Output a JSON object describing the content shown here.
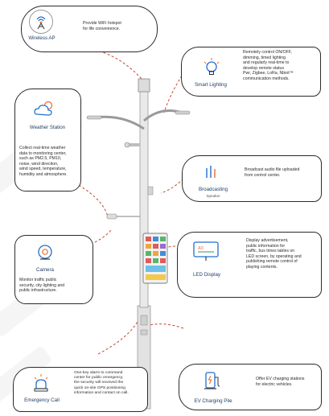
{
  "colors": {
    "label": "#1f3f66",
    "accent_orange": "#ef6a2c",
    "accent_blue": "#1e6fd0",
    "accent_green": "#2f9a5a",
    "dashed_line": "#c24a3a",
    "pole": "#e5e5e5"
  },
  "cards": {
    "wireless_ap": {
      "title": "Wireless AP",
      "icon": "wireless-antenna-icon",
      "text": [
        "Provide WiFi hotspot",
        "for life convenience."
      ]
    },
    "smart_lighting": {
      "title": "Smart Lighting",
      "icon": "light-bulb-icon",
      "text": [
        "Remotely control ON/OFF,",
        "dimming, timed lighting",
        "and regularly real-time to",
        "develop remote status",
        "Pwr, Zigbee, LoRa, Nbiot™",
        "communication methods."
      ]
    },
    "weather_station": {
      "title": "Weather Station",
      "icon": "weather-cloud-sun-icon",
      "text": [
        "Collect real-time weather",
        "data to monitoring center,",
        "such as PM2.5, PM10,",
        "noise, wind direction,",
        "wind speed, temperature,",
        "humidity and atmosphere."
      ]
    },
    "broadcasting": {
      "title": "Broadcasting",
      "subtitle": "Speaker",
      "icon": "speaker-icon",
      "text": [
        "Broadcast audio file uploaded",
        "from control center."
      ]
    },
    "camera": {
      "title": "Camera",
      "icon": "camera-icon",
      "text": [
        "Monitor traffic public",
        "security, city lighting and",
        "public infrastructure."
      ]
    },
    "led_display": {
      "title": "LED Display",
      "icon": "led-display-icon",
      "text": [
        "Display advertisement,",
        "public information for",
        "traffic, bus times tables on",
        "LED screen, by operating and",
        "publishing remote control of",
        "playing contents."
      ]
    },
    "emergency_call": {
      "title": "Emergency Call",
      "icon": "emergency-alarm-icon",
      "text": [
        "One-key alarm to command",
        "center for public emergency,",
        "the security will received the",
        "quick on-site GPS positioning",
        "information and contact on call."
      ]
    },
    "ev_charging": {
      "title": "EV Charging Pile",
      "icon": "ev-charger-icon",
      "text": [
        "Offer EV charging stations",
        "for electric vehicles."
      ]
    }
  }
}
